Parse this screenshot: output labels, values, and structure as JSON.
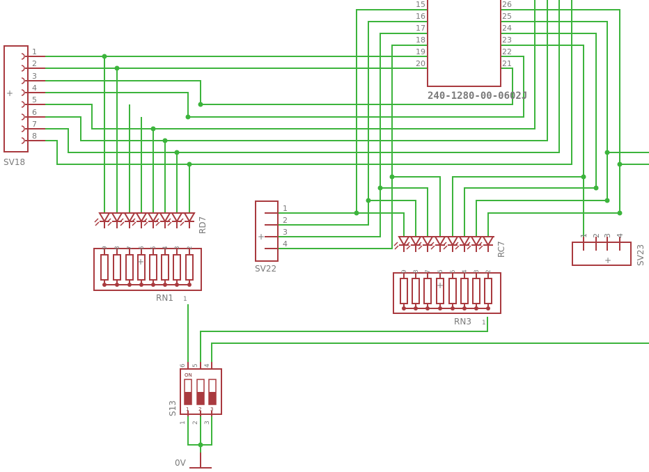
{
  "connector_chip": {
    "name": "240-1280-00-0602J",
    "left_pins": [
      "15",
      "16",
      "17",
      "18",
      "19",
      "20"
    ],
    "right_pins": [
      "26",
      "25",
      "24",
      "23",
      "22",
      "21"
    ]
  },
  "sv18": {
    "name": "SV18",
    "pins": [
      "1",
      "2",
      "3",
      "4",
      "5",
      "6",
      "7",
      "8"
    ],
    "plus": "+"
  },
  "sv22": {
    "name": "SV22",
    "pins": [
      "1",
      "2",
      "3",
      "4"
    ],
    "plus": "+"
  },
  "sv23": {
    "name": "SV23",
    "pins": [
      "1",
      "2",
      "3",
      "4"
    ],
    "plus": "+"
  },
  "rd7": {
    "name": "RD7"
  },
  "rc7": {
    "name": "RC7"
  },
  "rn1": {
    "name": "RN1",
    "pins": [
      "9",
      "8",
      "7",
      "6",
      "5",
      "4",
      "3",
      "2"
    ],
    "common_pin": "1",
    "plus": "+"
  },
  "rn3": {
    "name": "RN3",
    "pins": [
      "9",
      "8",
      "7",
      "6",
      "5",
      "4",
      "3",
      "2"
    ],
    "common_pin": "1",
    "plus": "+"
  },
  "s13": {
    "name": "S13",
    "on_label": "ON",
    "top_pins": [
      "6",
      "5",
      "4"
    ],
    "bottom_pins": [
      "1",
      "2",
      "3"
    ],
    "switch_numbers": [
      "1",
      "2",
      "3"
    ]
  },
  "ground": {
    "label": "0V"
  }
}
